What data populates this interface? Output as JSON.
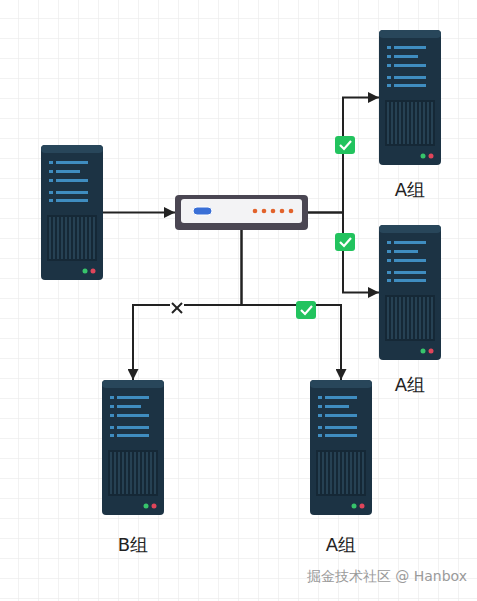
{
  "diagram": {
    "nodes": [
      {
        "text": []
      },
      {
        "text": []
      },
      {
        "text": [
          "A组"
        ]
      },
      {
        "text": [
          "A组"
        ]
      },
      {
        "text": [
          "B组"
        ]
      },
      {
        "text": [
          "A组"
        ]
      }
    ],
    "edges": [
      {
        "from": 0,
        "to": 1,
        "arrow": "to"
      },
      {
        "from": 1,
        "to": 2,
        "arrow": "to"
      },
      {
        "from": 1,
        "to": 3,
        "arrow": "to"
      },
      {
        "from": 1,
        "to": 4,
        "arrow": "to"
      },
      {
        "from": 1,
        "to": 5,
        "arrow": "to"
      }
    ],
    "labels": [
      "掘金技术社区 @ Hanbox"
    ]
  }
}
